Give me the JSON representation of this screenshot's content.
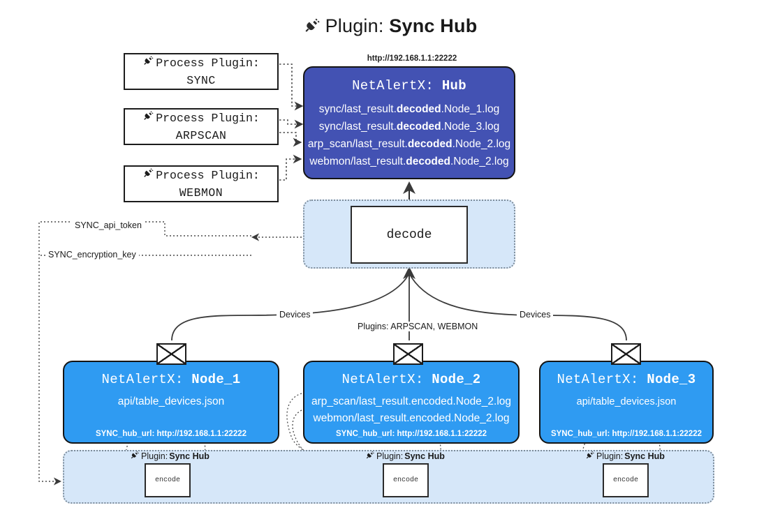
{
  "title": {
    "icon": "plug-icon",
    "prefix": "Plugin: ",
    "name": "Sync Hub"
  },
  "colors": {
    "hub_fill": "#4352b3",
    "node_fill": "#2f9bf2",
    "container_fill": "#d6e7f9",
    "container_border": "#7d8c9a",
    "box_border": "#141414",
    "text_dark": "#1a1a1a",
    "text_light": "#ffffff"
  },
  "process_plugins": [
    {
      "icon": "plug-icon",
      "line1": "Process Plugin:",
      "line2": "SYNC"
    },
    {
      "icon": "plug-icon",
      "line1": "Process Plugin:",
      "line2": "ARPSCAN"
    },
    {
      "icon": "plug-icon",
      "line1": "Process Plugin:",
      "line2": "WEBMON"
    }
  ],
  "hub": {
    "url": "http://192.168.1.1:22222",
    "title_prefix": "NetAlertX: ",
    "title_name": "Hub",
    "rows": [
      {
        "pre": "sync/last_result.",
        "bold": "decoded",
        "post": ".Node_1.log"
      },
      {
        "pre": "sync/last_result.",
        "bold": "decoded",
        "post": ".Node_3.log"
      },
      {
        "pre": "arp_scan/last_result.",
        "bold": "decoded",
        "post": ".Node_2.log"
      },
      {
        "pre": "webmon/last_result.",
        "bold": "decoded",
        "post": ".Node_2.log"
      }
    ]
  },
  "decode": {
    "label": "decode"
  },
  "edge_labels": {
    "api_token": "SYNC_api_token",
    "encryption_key": "SYNC_encryption_key",
    "devices_left": "Devices",
    "devices_right": "Devices",
    "plugins_mid": "Plugins: ARPSCAN, WEBMON"
  },
  "nodes": [
    {
      "icon": "envelope-icon",
      "title_prefix": "NetAlertX: ",
      "title_name": "Node_1",
      "lines": [
        "api/table_devices.json"
      ],
      "url_key": "SYNC_hub_url: ",
      "url_value": "http://192.168.1.1:22222"
    },
    {
      "icon": "envelope-icon",
      "title_prefix": "NetAlertX: ",
      "title_name": "Node_2",
      "lines": [
        "arp_scan/last_result.encoded.Node_2.log",
        "webmon/last_result.encoded.Node_2.log"
      ],
      "url_key": "SYNC_hub_url: ",
      "url_value": "http://192.168.1.1:22222"
    },
    {
      "icon": "envelope-icon",
      "title_prefix": "NetAlertX: ",
      "title_name": "Node_3",
      "lines": [
        "api/table_devices.json"
      ],
      "url_key": "SYNC_hub_url: ",
      "url_value": "http://192.168.1.1:22222"
    }
  ],
  "encoders": [
    {
      "icon": "plug-icon",
      "label_prefix": "Plugin: ",
      "label_name": "Sync Hub",
      "box_label": "encode"
    },
    {
      "icon": "plug-icon",
      "label_prefix": "Plugin: ",
      "label_name": "Sync Hub",
      "box_label": "encode"
    },
    {
      "icon": "plug-icon",
      "label_prefix": "Plugin: ",
      "label_name": "Sync Hub",
      "box_label": "encode"
    }
  ]
}
